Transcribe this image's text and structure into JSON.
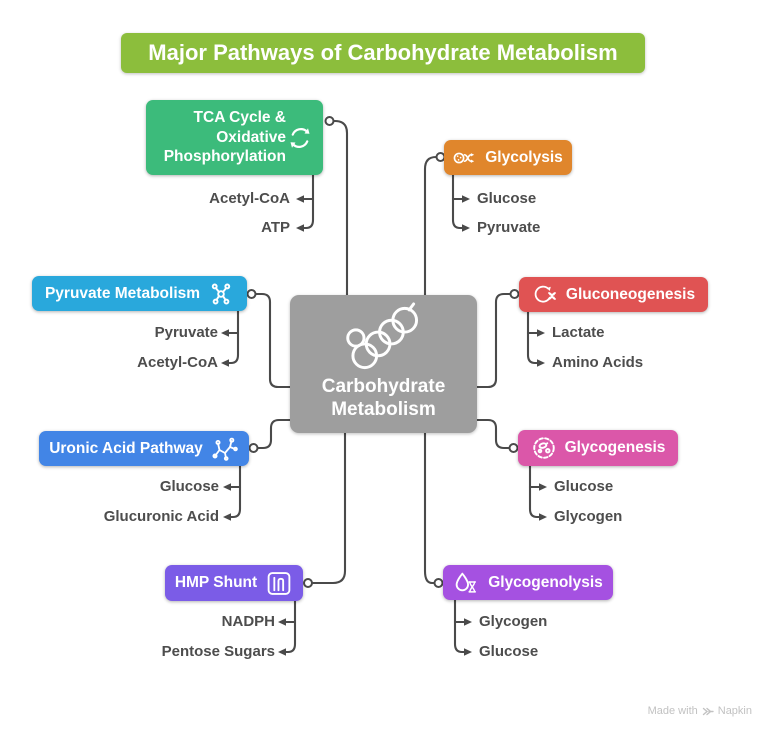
{
  "title": "Major Pathways of Carbohydrate Metabolism",
  "center": {
    "label_line1": "Carbohydrate",
    "label_line2": "Metabolism",
    "icon": "carbohydrate-chain-icon"
  },
  "branches": [
    {
      "id": "tca",
      "label": "TCA Cycle & Oxidative Phosphorylation",
      "icon": "cycle-arrows-icon",
      "color": "#3CBB7B",
      "side": "left",
      "children": [
        "Acetyl-CoA",
        "ATP"
      ]
    },
    {
      "id": "glycolysis",
      "label": "Glycolysis",
      "icon": "molecule-split-icon",
      "color": "#E0862C",
      "side": "right",
      "children": [
        "Glucose",
        "Pyruvate"
      ]
    },
    {
      "id": "pyruvate-metabolism",
      "label": "Pyruvate Metabolism",
      "icon": "branching-molecule-icon",
      "color": "#29A8DC",
      "side": "left",
      "children": [
        "Pyruvate",
        "Acetyl-CoA"
      ]
    },
    {
      "id": "gluconeogenesis",
      "label": "Gluconeogenesis",
      "icon": "cycle-dna-icon",
      "color": "#E05353",
      "side": "right",
      "children": [
        "Lactate",
        "Amino Acids"
      ]
    },
    {
      "id": "uronic-acid-pathway",
      "label": "Uronic Acid Pathway",
      "icon": "molecule-network-icon",
      "color": "#4285E6",
      "side": "left",
      "children": [
        "Glucose",
        "Glucuronic Acid"
      ]
    },
    {
      "id": "glycogenesis",
      "label": "Glycogenesis",
      "icon": "granule-icon",
      "color": "#DB57A9",
      "side": "right",
      "children": [
        "Glucose",
        "Glycogen"
      ]
    },
    {
      "id": "hmp-shunt",
      "label": "HMP Shunt",
      "icon": "shunt-icon",
      "color": "#7B5CE7",
      "side": "left",
      "children": [
        "NADPH",
        "Pentose Sugars"
      ]
    },
    {
      "id": "glycogenolysis",
      "label": "Glycogenolysis",
      "icon": "droplet-dna-icon",
      "color": "#A551E1",
      "side": "right",
      "children": [
        "Glycogen",
        "Glucose"
      ]
    }
  ],
  "footer": {
    "made_with": "Made with",
    "brand": "Napkin",
    "logo": "napkin-logo-icon"
  },
  "colors": {
    "background": "#FFFFFF",
    "title": "#8CBE3C",
    "center": "#9E9E9E",
    "line": "#4A4A4A",
    "childText": "#4D4D4D",
    "footer": "#C2C2C2"
  }
}
